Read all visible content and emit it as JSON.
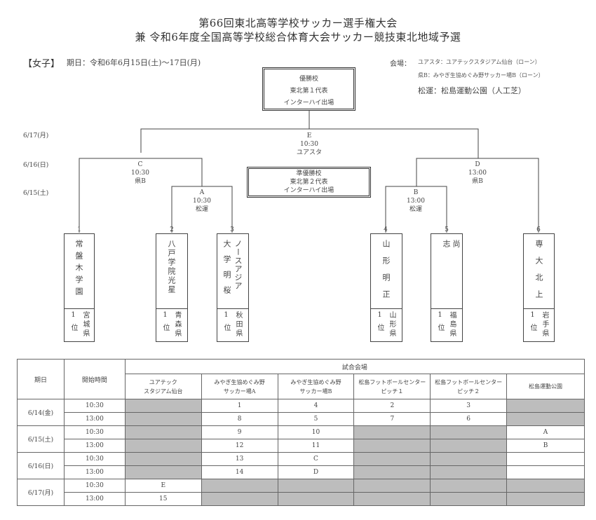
{
  "title": {
    "line1": "第66回東北高等学校サッカー選手権大会",
    "line2": "兼 令和6年度全国高等学校総合体育大会サッカー競技東北地域予選"
  },
  "info": {
    "division": "【女子】",
    "period": "期日：令和6年6月15日(土)～17日(月)",
    "venue_label": "会場：",
    "venue1": "ユアスタ：ユアテックスタジアム仙台（ローン）",
    "venue2": "県B：みやぎ生協めぐみ野サッカー場B（ローン）",
    "venue3": "松運：松島運動公園（人工芝）"
  },
  "winner_box": {
    "line1": "優勝校",
    "line2": "東北第１代表",
    "line3": "インターハイ出場"
  },
  "runnerup_box": {
    "line1": "準優勝校",
    "line2": "東北第２代表",
    "line3": "インターハイ出場"
  },
  "dates": {
    "d617": "6/17(月)",
    "d616": "6/16(日)",
    "d615": "6/15(土)"
  },
  "matches": {
    "E": {
      "id": "E",
      "time": "10:30",
      "venue": "ユアスタ"
    },
    "C": {
      "id": "C",
      "time": "10:30",
      "venue": "県B"
    },
    "D": {
      "id": "D",
      "time": "13:00",
      "venue": "県B"
    },
    "A": {
      "id": "A",
      "time": "10:30",
      "venue": "松運"
    },
    "B": {
      "id": "B",
      "time": "13:00",
      "venue": "松運"
    }
  },
  "teams": [
    {
      "no": "1",
      "name": "常盤木学園",
      "rank": "1位",
      "pref": "宮城県"
    },
    {
      "no": "2",
      "name": "八戸学院光星",
      "rank": "1位",
      "pref": "青森県"
    },
    {
      "no": "3",
      "name": "大学明桜",
      "name2": "ノースアジア",
      "rank": "1位",
      "pref": "秋田県"
    },
    {
      "no": "4",
      "name": "山形明正",
      "rank": "1位",
      "pref": "山形県"
    },
    {
      "no": "5",
      "name": "尚志",
      "rank": "1位",
      "pref": "福島県"
    },
    {
      "no": "6",
      "name": "専大北上",
      "rank": "1位",
      "pref": "岩手県"
    }
  ],
  "schedule": {
    "h_date": "期日",
    "h_time": "開始時間",
    "h_venue": "試合会場",
    "venues": [
      "ユアテック\nスタジアム仙台",
      "みやぎ生協めぐみ野\nサッカー場A",
      "みやぎ生協めぐみ野\nサッカー場B",
      "松島フットボールセンター\nピッチ１",
      "松島フットボールセンター\nピッチ２",
      "松島運動公園"
    ],
    "days": [
      {
        "date": "6/14(金)",
        "rows": [
          {
            "time": "10:30",
            "cells": [
              "#",
              "1",
              "4",
              "2",
              "3",
              "#"
            ]
          },
          {
            "time": "13:00",
            "cells": [
              "#",
              "8",
              "5",
              "7",
              "6",
              "#"
            ]
          }
        ]
      },
      {
        "date": "6/15(土)",
        "rows": [
          {
            "time": "10:30",
            "cells": [
              "#",
              "9",
              "10",
              "#",
              "#",
              "A"
            ]
          },
          {
            "time": "13:00",
            "cells": [
              "#",
              "12",
              "11",
              "#",
              "#",
              "B"
            ]
          }
        ]
      },
      {
        "date": "6/16(日)",
        "rows": [
          {
            "time": "10:30",
            "cells": [
              "#",
              "13",
              "C",
              "#",
              "#",
              ""
            ]
          },
          {
            "time": "13:00",
            "cells": [
              "#",
              "14",
              "D",
              "#",
              "#",
              ""
            ]
          }
        ]
      },
      {
        "date": "6/17(月)",
        "rows": [
          {
            "time": "10:30",
            "cells": [
              "E",
              "#",
              "#",
              "#",
              "#",
              "#"
            ]
          },
          {
            "time": "13:00",
            "cells": [
              "15",
              "#",
              "#",
              "#",
              "#",
              "#"
            ]
          }
        ]
      }
    ]
  }
}
